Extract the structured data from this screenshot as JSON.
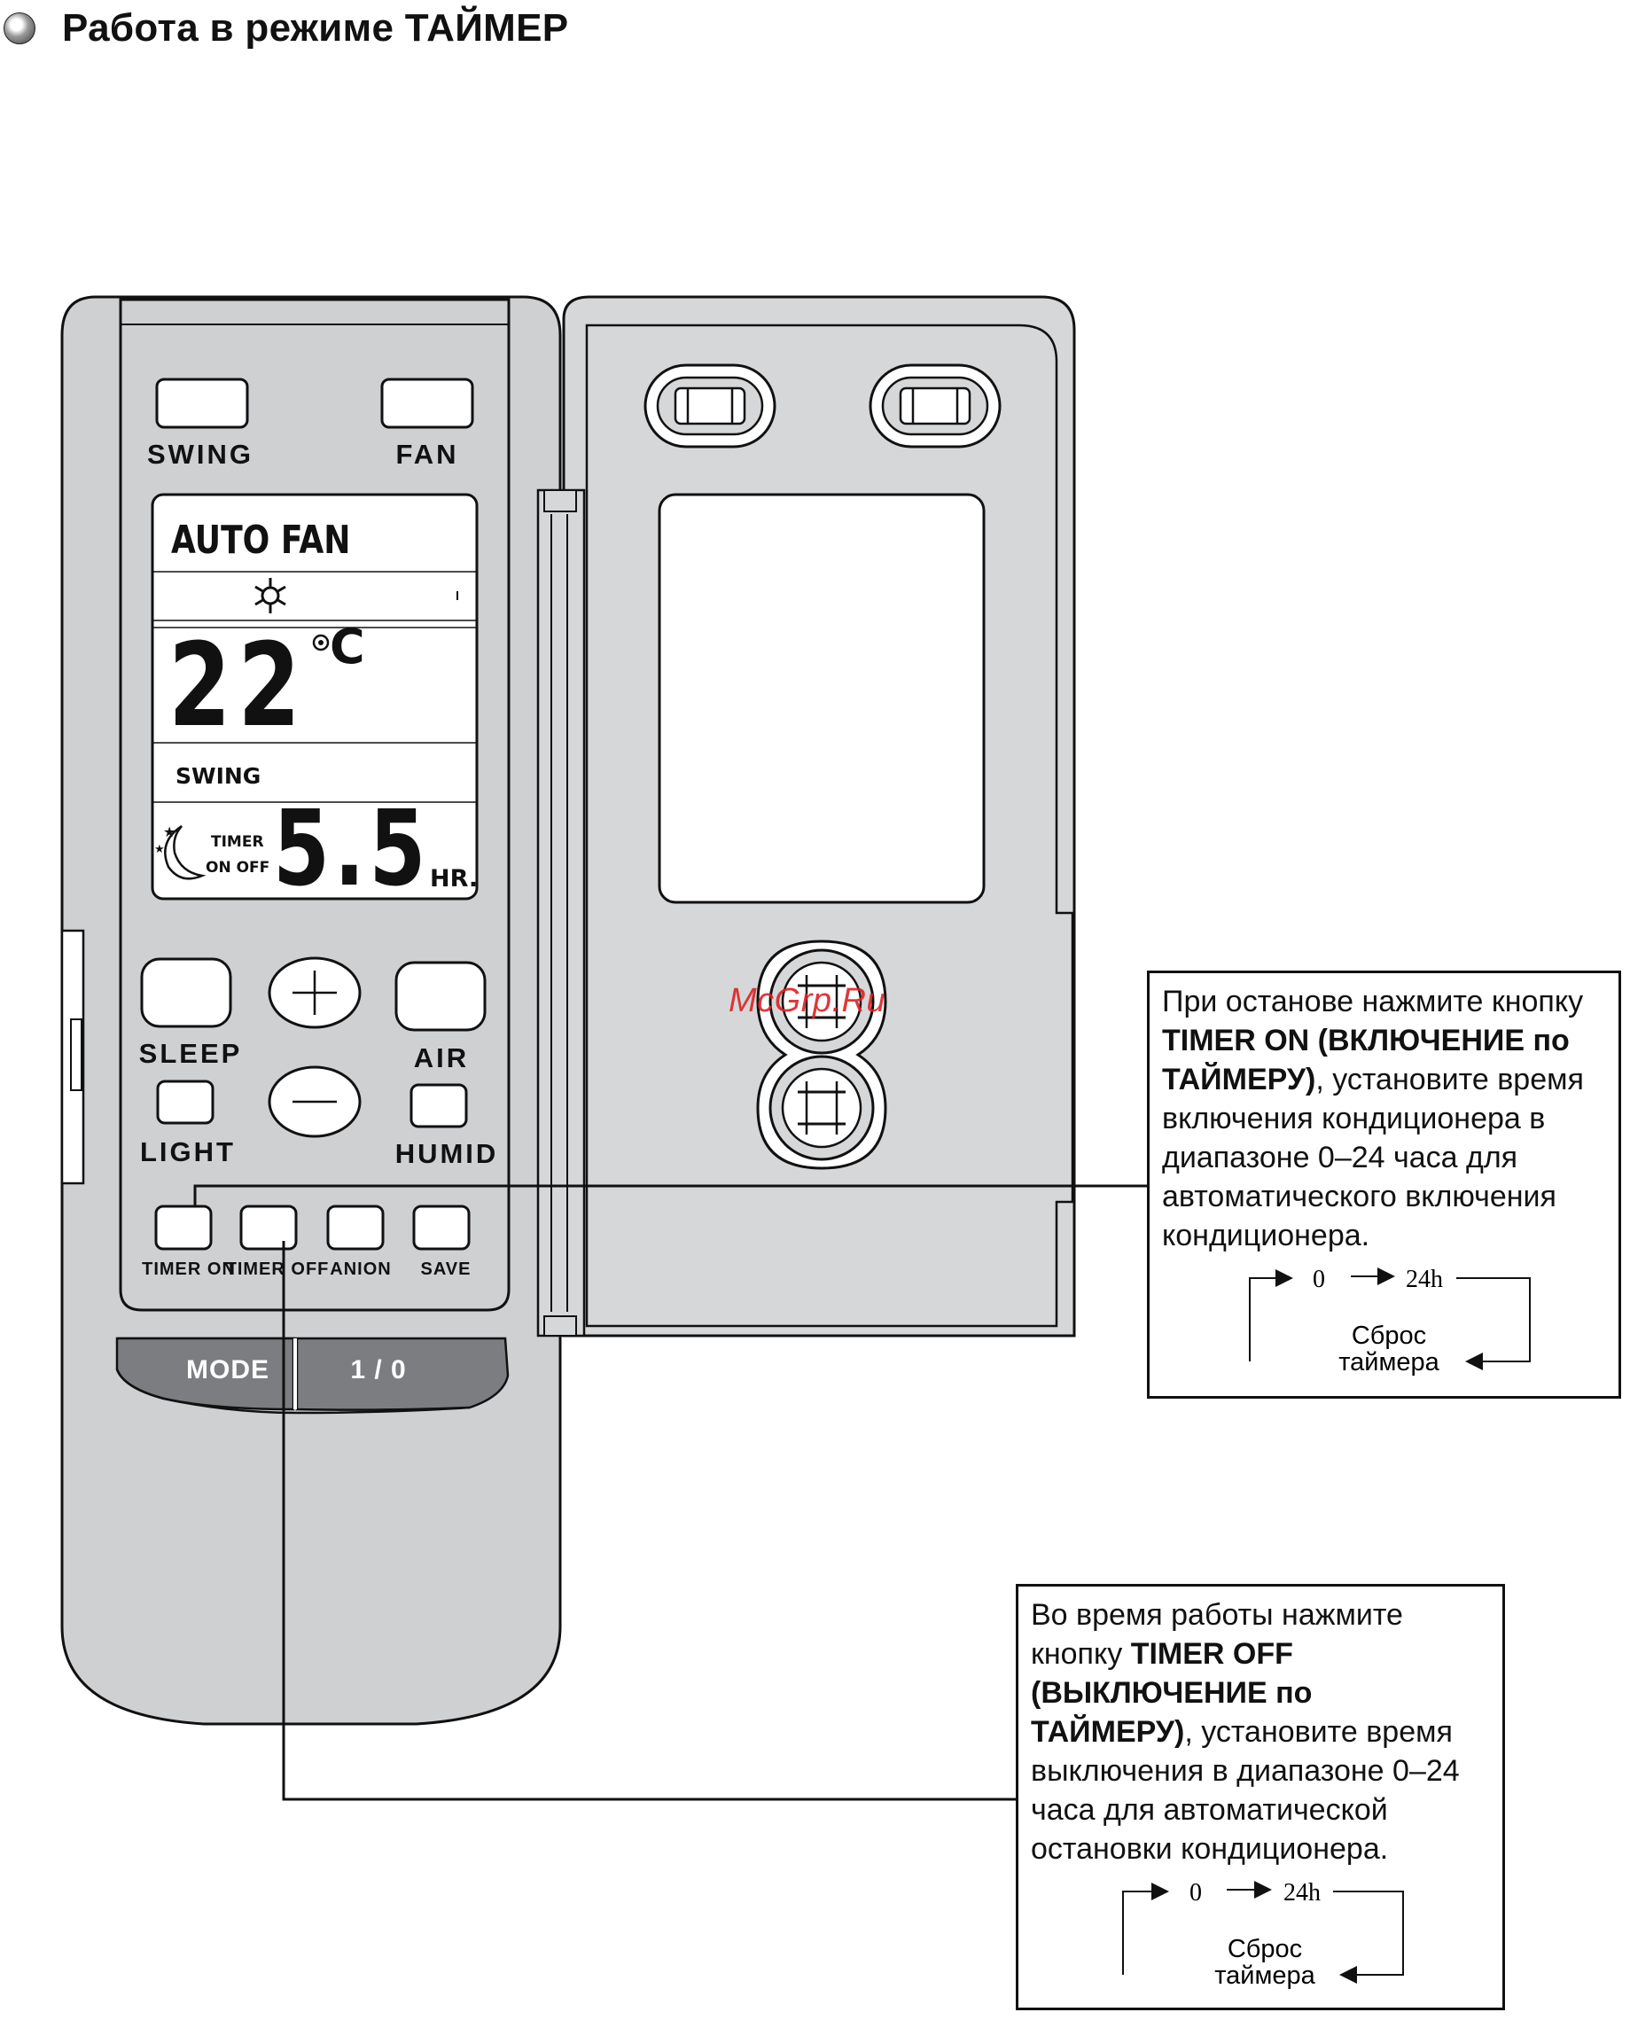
{
  "page": {
    "title": "Работа в режиме ТАЙМЕР"
  },
  "remote": {
    "buttons": {
      "swing": "SWING",
      "fan": "FAN",
      "sleep": "SLEEP",
      "air": "AIR",
      "light": "LIGHT",
      "humid": "HUMID",
      "timer_on": "TIMER ON",
      "timer_off": "TIMER OFF",
      "anion": "ANION",
      "save": "SAVE",
      "mode": "MODE",
      "power": "1 / 0"
    },
    "display": {
      "mode_text": "AUTO FAN",
      "temperature": "22",
      "temp_unit": "C",
      "swing_text": "SWING",
      "timer_label": "TIMER",
      "timer_onoff": "ON OFF",
      "timer_value": "5.5",
      "timer_unit": "HR."
    }
  },
  "watermark": "McGrp.Ru",
  "note_on": {
    "line1": "При останове нажмите кнопку",
    "bold1": "TIMER ON (ВКЛЮЧЕНИЕ по",
    "bold2": "ТАЙМЕРУ)",
    "rest2": ", установите время",
    "line3": "включения кондиционера в",
    "line4": "диапазоне 0–24 часа для",
    "line5": "автоматического включения",
    "line6": "кондиционера.",
    "cycle_start": "0",
    "cycle_end": "24h",
    "reset1": "Сброс",
    "reset2": "таймера"
  },
  "note_off": {
    "line1": "Во время работы нажмите",
    "plain2": "кнопку ",
    "bold2": "TIMER OFF",
    "bold3": "(ВЫКЛЮЧЕНИЕ по",
    "bold4": "ТАЙМЕРУ)",
    "rest4": ", установите время",
    "line5": "выключения в диапазоне 0–24",
    "line6": "часа для автоматической",
    "line7": "остановки кондиционера.",
    "cycle_start": "0",
    "cycle_end": "24h",
    "reset1": "Сброс",
    "reset2": "таймера"
  }
}
